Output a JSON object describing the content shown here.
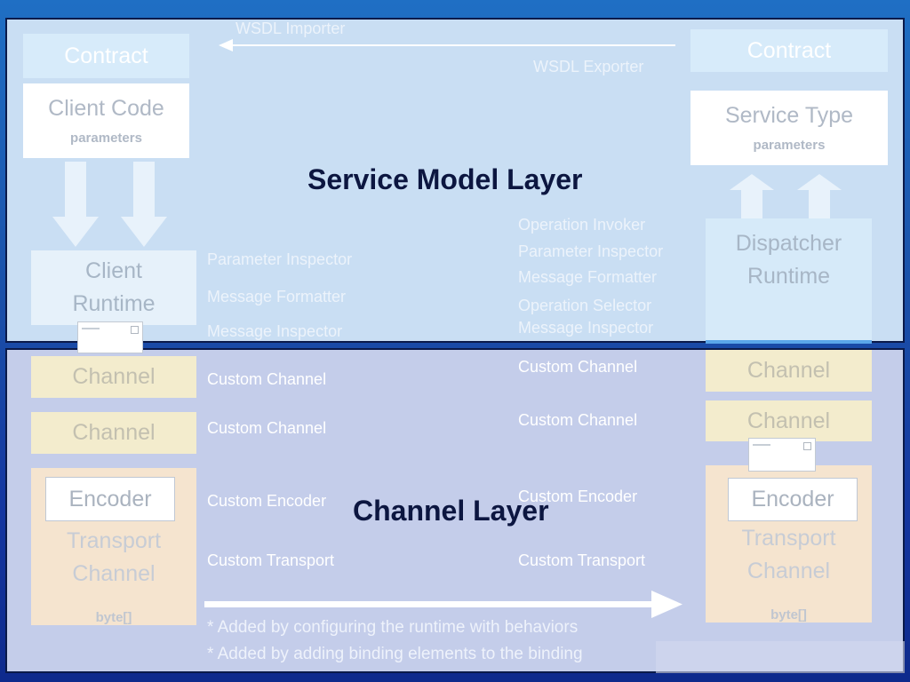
{
  "top": {
    "importer_label": "WSDL Importer",
    "exporter_label": "WSDL Exporter"
  },
  "client": {
    "contract": "Contract",
    "code_title": "Client Code",
    "code_sub": "parameters",
    "runtime": "Client\nRuntime",
    "channel1": "Channel",
    "channel2": "Channel",
    "encoder": "Encoder",
    "transport": "Transport\nChannel",
    "bytes": "byte[]"
  },
  "service": {
    "contract": "Contract",
    "type_title": "Service Type",
    "type_sub": "parameters",
    "runtime": "Dispatcher\nRuntime",
    "channel1": "Channel",
    "channel2": "Channel",
    "encoder": "Encoder",
    "transport": "Transport\nChannel",
    "bytes": "byte[]"
  },
  "headings": {
    "service_model": "Service Model Layer",
    "channel": "Channel Layer"
  },
  "client_extensions": {
    "parameter_inspector": "Parameter Inspector",
    "message_formatter": "Message Formatter",
    "message_inspector": "Message Inspector",
    "custom_channel_1": "Custom Channel",
    "custom_channel_2": "Custom Channel",
    "custom_encoder": "Custom Encoder",
    "custom_transport": "Custom Transport"
  },
  "service_extensions": {
    "operation_invoker": "Operation Invoker",
    "parameter_inspector": "Parameter Inspector",
    "message_formatter": "Message Formatter",
    "operation_selector": "Operation Selector",
    "message_inspector": "Message Inspector",
    "custom_channel_1": "Custom Channel",
    "custom_channel_2": "Custom Channel",
    "custom_encoder": "Custom Encoder",
    "custom_transport": "Custom Transport"
  },
  "footnotes": {
    "behaviors": "* Added by configuring the runtime with behaviors",
    "binding": "* Added by adding binding elements to the binding"
  },
  "colors": {
    "service_layer": "#c9def3",
    "channel_layer": "#c4cdea",
    "heading": "#0c1640"
  }
}
